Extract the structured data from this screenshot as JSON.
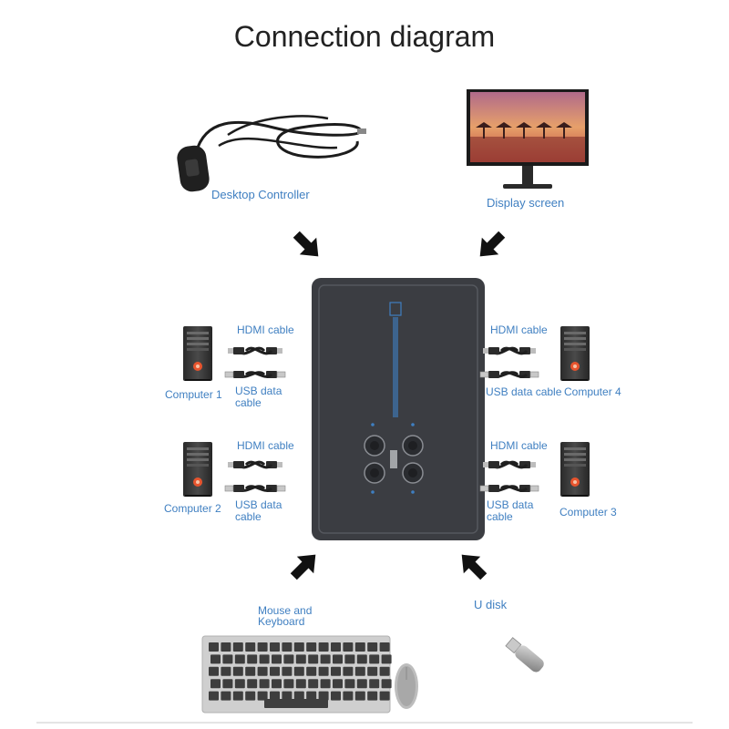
{
  "title": "Connection diagram",
  "labels": {
    "desktop_controller": "Desktop Controller",
    "display_screen": "Display screen",
    "hdmi_cable_1": "HDMI cable",
    "usb_data_1": "USB data",
    "cable_1": "cable",
    "computer_1": "Computer 1",
    "hdmi_cable_2": "HDMI cable",
    "usb_data_2": "USB data",
    "cable_2": "cable",
    "computer_2": "Computer 2",
    "hdmi_cable_4": "HDMI cable",
    "usb_data_cable_4": "USB data cable",
    "computer_4": "Computer 4",
    "hdmi_cable_3": "HDMI cable",
    "usb_data_3": "USB data",
    "cable_3": "cable",
    "computer_3": "Computer 3",
    "mouse_keyboard_1": "Mouse and",
    "mouse_keyboard_2": "Keyboard",
    "u_disk": "U disk"
  },
  "device": {
    "port_count": 4
  },
  "colors": {
    "label_blue": "#3f7fc1",
    "device_body": "#3b3d42",
    "arrow": "#111111",
    "sunset_top": "#e59a6a",
    "sunset_bottom": "#c0483a"
  }
}
